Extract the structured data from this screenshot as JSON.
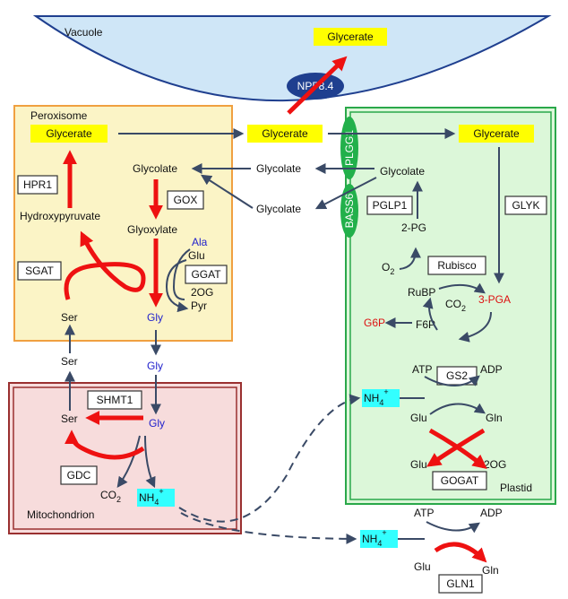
{
  "compartments": {
    "vacuole": "Vacuole",
    "peroxisome": "Peroxisome",
    "mitochondrion": "Mitochondrion",
    "plastid": "Plastid"
  },
  "transporters": {
    "npf": "NPF8.4",
    "plgg1": "PLGG1",
    "bass6": "BASS6"
  },
  "enzymes": {
    "hpr1": "HPR1",
    "gox": "GOX",
    "sgat": "SGAT",
    "ggat": "GGAT",
    "shmt1": "SHMT1",
    "gdc": "GDC",
    "pglp1": "PGLP1",
    "glyk": "GLYK",
    "rubisco": "Rubisco",
    "gs2": "GS2",
    "gogat": "GOGAT",
    "gln1": "GLN1"
  },
  "metabolites": {
    "glycerate": "Glycerate",
    "glycolate": "Glycolate",
    "glyoxylate": "Glyoxylate",
    "hydroxypyruvate": "Hydroxypyruvate",
    "ser": "Ser",
    "gly": "Gly",
    "ala": "Ala",
    "glu": "Glu",
    "og": "2OG",
    "pyr": "Pyr",
    "co2": "CO",
    "co2_sub": "2",
    "nh4": "NH",
    "nh4_sub": "4",
    "nh4_sup": "+",
    "pg2": "2-PG",
    "o2": "O",
    "o2_sub": "2",
    "rubp": "RuBP",
    "pga3": "3-PGA",
    "g6p": "G6P",
    "f6p": "F6P",
    "atp": "ATP",
    "adp": "ADP",
    "gln": "Gln"
  },
  "colors": {
    "vacuole_fill": "#cfe6f7",
    "peroxisome_fill": "#fbf4c6",
    "peroxisome_border": "#f0a040",
    "mito_fill": "#f7dcdc",
    "mito_border": "#9a3030",
    "plastid_fill": "#dcf7d9",
    "plastid_border": "#2aa84a",
    "transporter_blue": "#1f3f8f",
    "transporter_green": "#22b04b",
    "highlight_yellow": "#ffff00",
    "highlight_cyan": "#33ffff",
    "arrow_red": "#ee1111",
    "arrow_dark": "#3a4a66"
  }
}
